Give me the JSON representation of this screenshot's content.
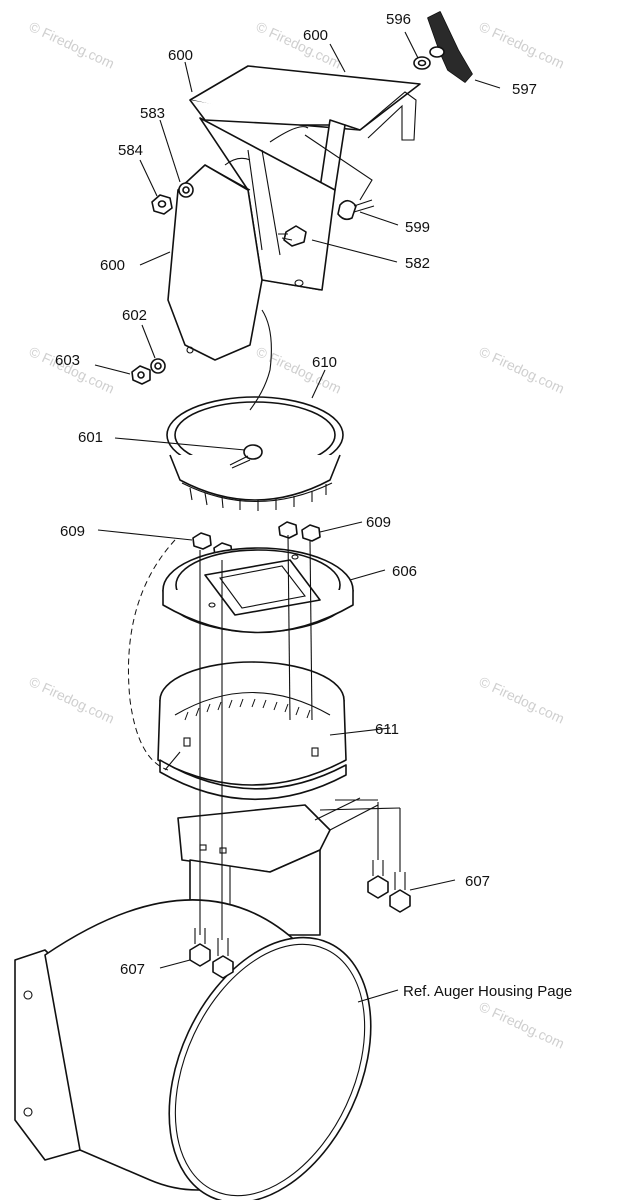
{
  "diagram": {
    "watermark_text": "© Firedog.com",
    "callouts": {
      "c596": "596",
      "c597": "597",
      "c600_top_left": "600",
      "c600_top": "600",
      "c583": "583",
      "c584": "584",
      "c599": "599",
      "c582": "582",
      "c600_left": "600",
      "c602": "602",
      "c603": "603",
      "c610": "610",
      "c601": "601",
      "c609_left": "609",
      "c609_right": "609",
      "c606": "606",
      "c611": "611",
      "c607_right": "607",
      "c607_left": "607",
      "ref_text": "Ref. Auger Housing Page"
    }
  }
}
